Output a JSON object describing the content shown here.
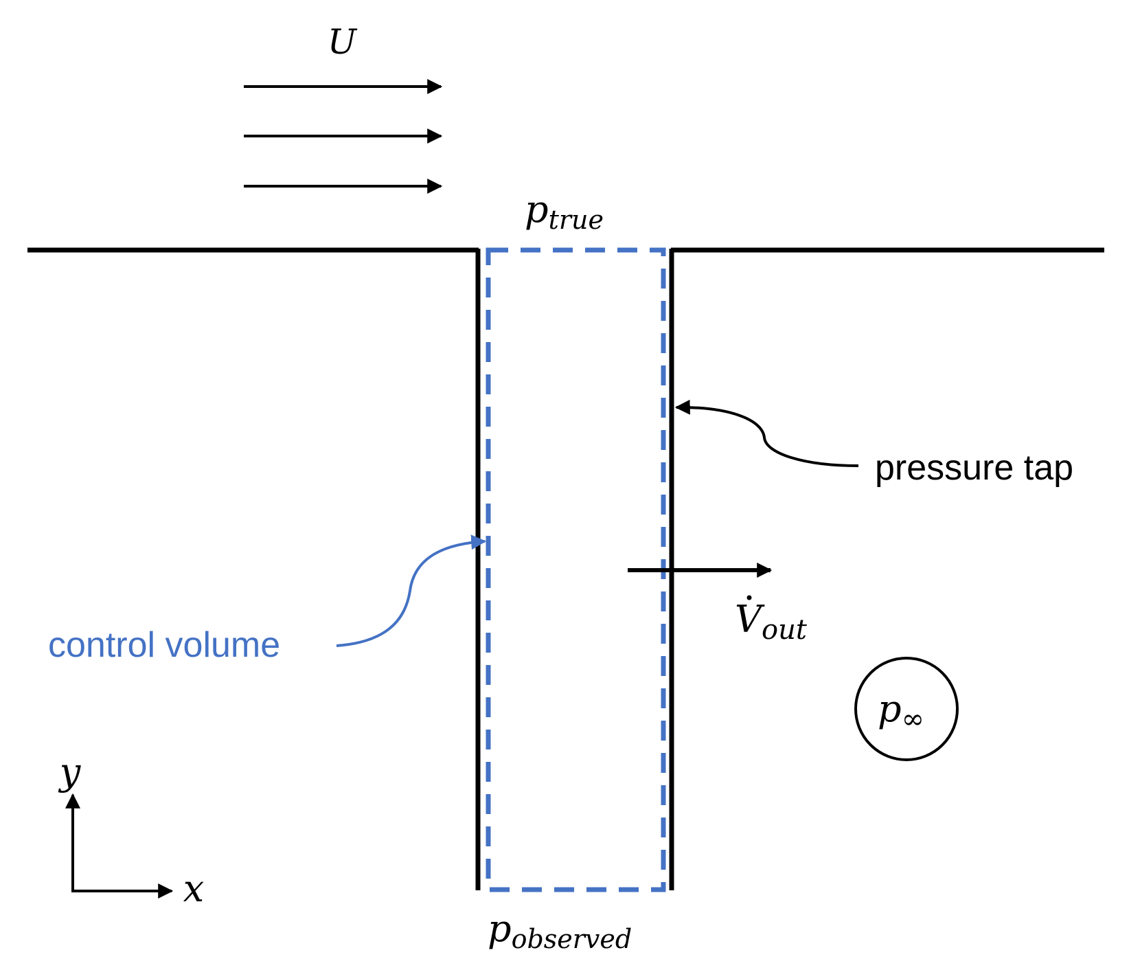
{
  "labels": {
    "freestream": "U",
    "p_true_base": "p",
    "p_true_sub": "true",
    "p_observed_base": "p",
    "p_observed_sub": "observed",
    "v_out_base": "V",
    "v_out_sub": "out",
    "p_inf_base": "p",
    "p_inf_sub": "∞",
    "pressure_tap": "pressure tap",
    "control_volume": "control volume",
    "axis_x": "x",
    "axis_y": "y"
  },
  "colors": {
    "ink": "#000000",
    "control_volume": "#4472C4"
  }
}
